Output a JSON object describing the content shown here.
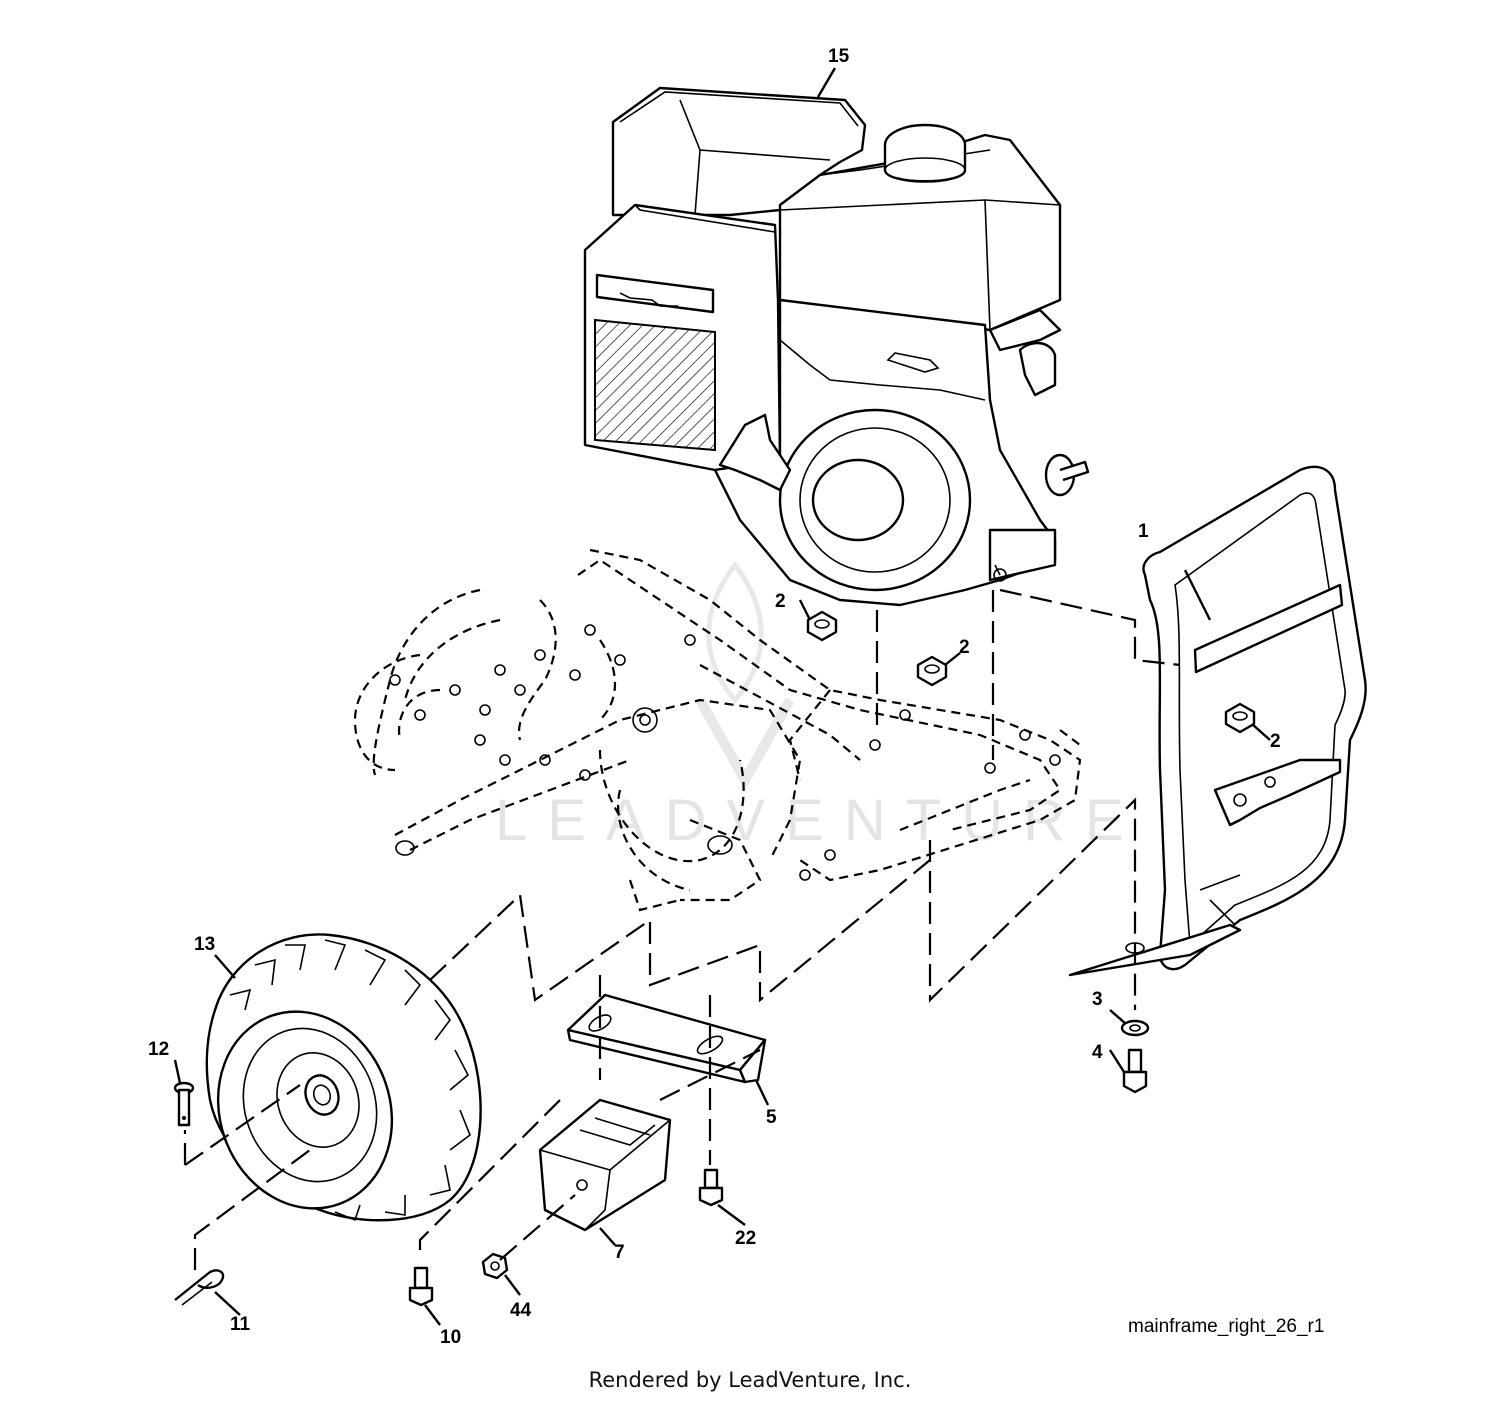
{
  "callouts": {
    "c15": "15",
    "c1": "1",
    "c2a": "2",
    "c2b": "2",
    "c2c": "2",
    "c3": "3",
    "c4": "4",
    "c5": "5",
    "c7": "7",
    "c10": "10",
    "c11": "11",
    "c12": "12",
    "c13": "13",
    "c22": "22",
    "c44": "44"
  },
  "watermark": "LEADVENTURE",
  "diagram_ref": "mainframe_right_26_r1",
  "credit": "Rendered by LeadVenture, Inc."
}
